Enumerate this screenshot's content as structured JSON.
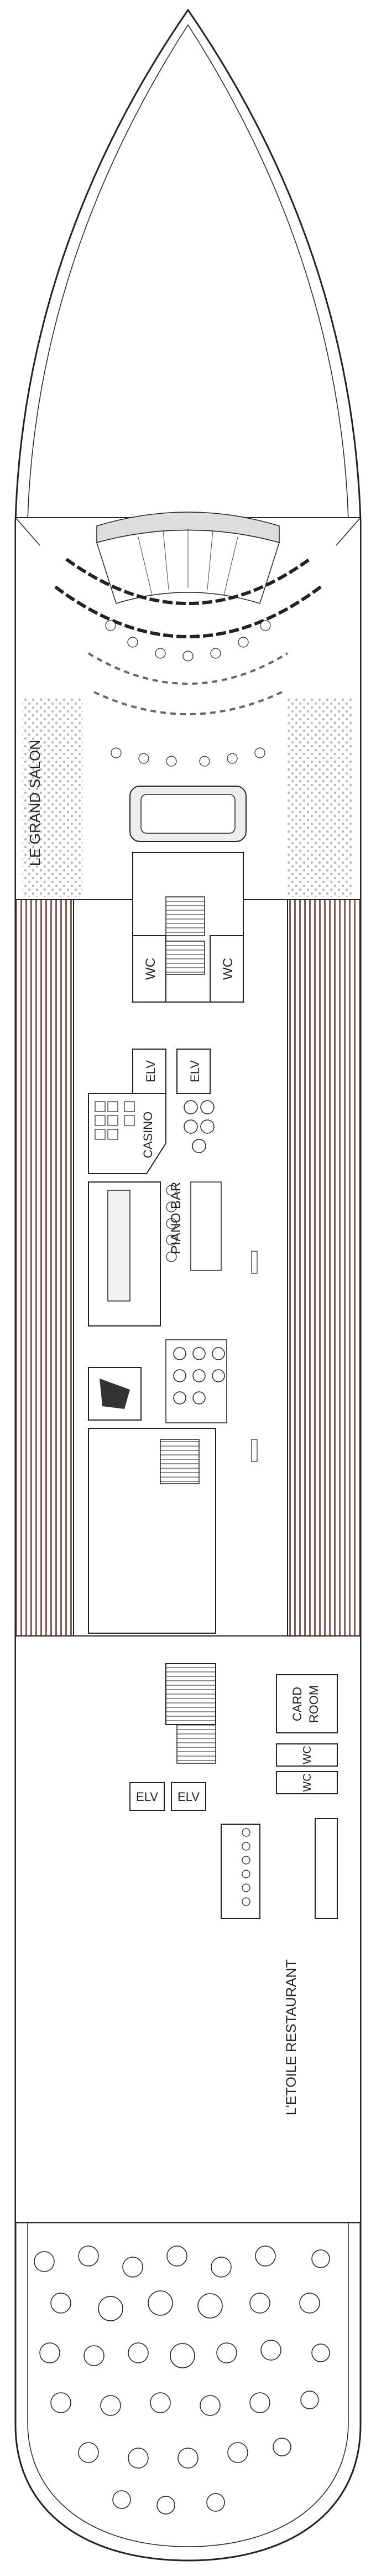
{
  "deck": {
    "rooms": {
      "grand_salon": "LE GRAND SALON",
      "wc": "WC",
      "elv": "ELV",
      "casino": "CASINO",
      "piano_bar": "PIANO BAR",
      "card_room": "CARD ROOM",
      "card_room_line1": "CARD",
      "card_room_line2": "ROOM",
      "etoile_restaurant": "L'ETOILE RESTAURANT"
    }
  },
  "colors": {
    "outline": "#222222",
    "deck_fill": "#ffffff",
    "promenade_stripe": "#8a5a52",
    "pattern_gray": "#9a9a9a"
  }
}
